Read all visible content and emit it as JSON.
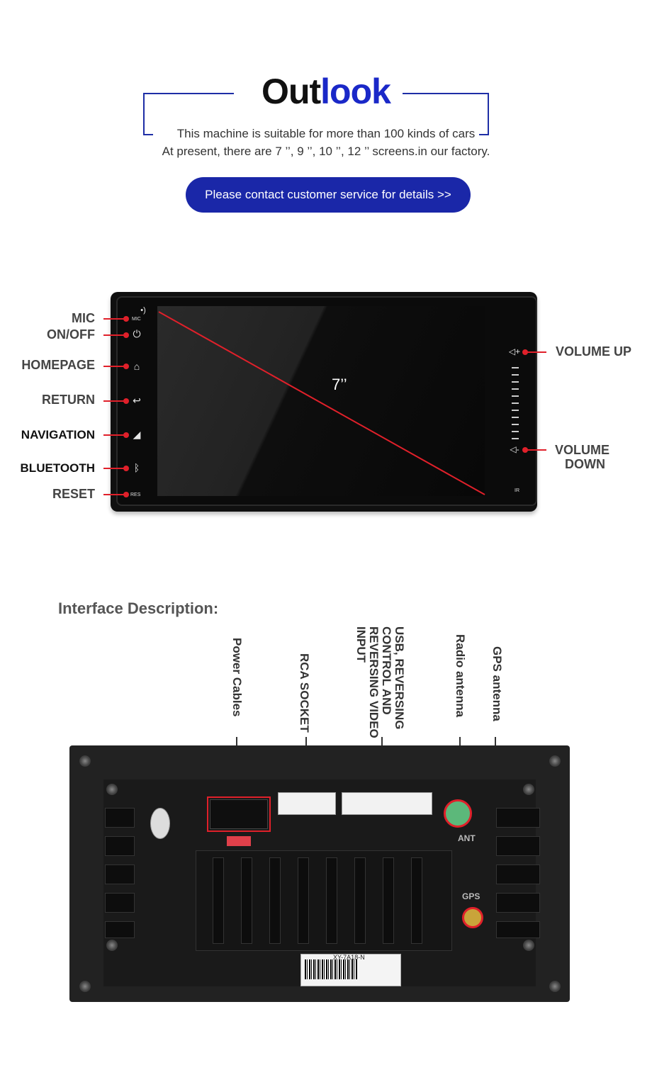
{
  "header": {
    "title_part1": "Out",
    "title_part2": "look",
    "subtitle1": "This machine is suitable for more than 100 kinds of cars",
    "subtitle2": "At present, there are 7 ’’, 9 ’’, 10 ’’, 12 ’’ screens.in our factory.",
    "cta_label": "Please contact customer service for details >>"
  },
  "front": {
    "screen_size": "7’’",
    "left_labels": [
      "MIC",
      "ON/OFF",
      "HOMEPAGE",
      "RETURN",
      "NAVIGATION",
      "BLUETOOTH",
      "RESET"
    ],
    "right_labels": {
      "volume_up": "VOLUME UP",
      "volume_down_1": "VOLUME",
      "volume_down_2": "DOWN"
    },
    "panel_texts": {
      "mic": "MIC",
      "res": "RES",
      "ir": "IR"
    },
    "icons": [
      "mic-icon",
      "power-icon",
      "home-icon",
      "return-icon",
      "navigation-icon",
      "bluetooth-icon",
      "volume-up-icon",
      "volume-down-icon"
    ]
  },
  "interface": {
    "heading": "Interface Description:",
    "labels": {
      "power": "Power Cables",
      "rca": "RCA SOCKET",
      "usb": "USB, REVERSING\nCONTROL AND\nREVERSING VIDEO\nINPUT",
      "radio": "Radio antenna",
      "gps": "GPS antenna"
    },
    "rear_texts": {
      "ant": "ANT",
      "gps": "GPS",
      "model": "XY-7A18-N"
    }
  },
  "colors": {
    "accent_blue": "#1a28c8",
    "button_blue": "#1a27a8",
    "leader_red": "#e0202a"
  }
}
